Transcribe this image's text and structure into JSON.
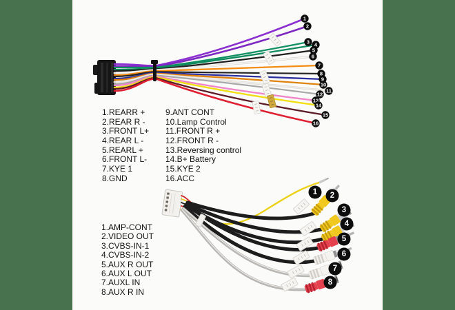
{
  "image_type": "wiring-harness-pinout-photo",
  "background": {
    "surround_green": "#48724e",
    "photo_white": "#fbfbf9"
  },
  "top_harness": {
    "legend_col1": [
      "1.REARR +",
      "2.REAR R -",
      "3.FRONT L+",
      "4.REAR L -",
      "5.REARL +",
      "6.FRONT L-",
      "7.KYE 1",
      "8.GND"
    ],
    "legend_col2": [
      "9.ANT CONT",
      "10.Lamp Control",
      "11.FRONT R +",
      "12.FRONT R -",
      "13.Reversing control",
      "14.B+ Battery",
      "15.KYE 2",
      "16.ACC"
    ],
    "badges": [
      "1",
      "2",
      "3",
      "4",
      "5",
      "6",
      "7",
      "8",
      "9",
      "10",
      "11",
      "12",
      "13",
      "14",
      "15",
      "16"
    ],
    "wire_colors": [
      "#8b2fd0",
      "#7d28c0",
      "#119063",
      "#0e8a5e",
      "#1f1f1f",
      "#f6f5f1",
      "#f28c12",
      "#262626",
      "#2b2e9e",
      "#e0820f",
      "#efede9",
      "#a8a8a8",
      "#ee85c8",
      "#f1df16",
      "#5c1c27",
      "#dd1f31"
    ],
    "connector_color": "#161616",
    "cable_tie_color": "#101010"
  },
  "bottom_harness": {
    "legend": [
      "1.AMP-CONT",
      "2.VIDEO OUT",
      "3.CVBS-IN-1",
      "4.CVBS-IN-2",
      "5.AUX R OUT",
      "6.AUX L OUT",
      "7.AUXL IN",
      "8.AUX R IN"
    ],
    "badges": [
      "1",
      "2",
      "3",
      "4",
      "5",
      "6",
      "7",
      "8"
    ],
    "cable_black": "#1d1d1d",
    "cable_gray": "#b8b6b2",
    "wire_yellow": "#ecd21c",
    "rca_yellow": "#f0c81e",
    "rca_yellow_dark": "#c79d0e",
    "rca_red": "#e4404d",
    "rca_red_dark": "#b52331",
    "rca_white": "#f4f3f0",
    "rca_white_dark": "#d2cfc9",
    "connector_white": "#f2f1ed",
    "badge_black": "#0d0d0d"
  }
}
